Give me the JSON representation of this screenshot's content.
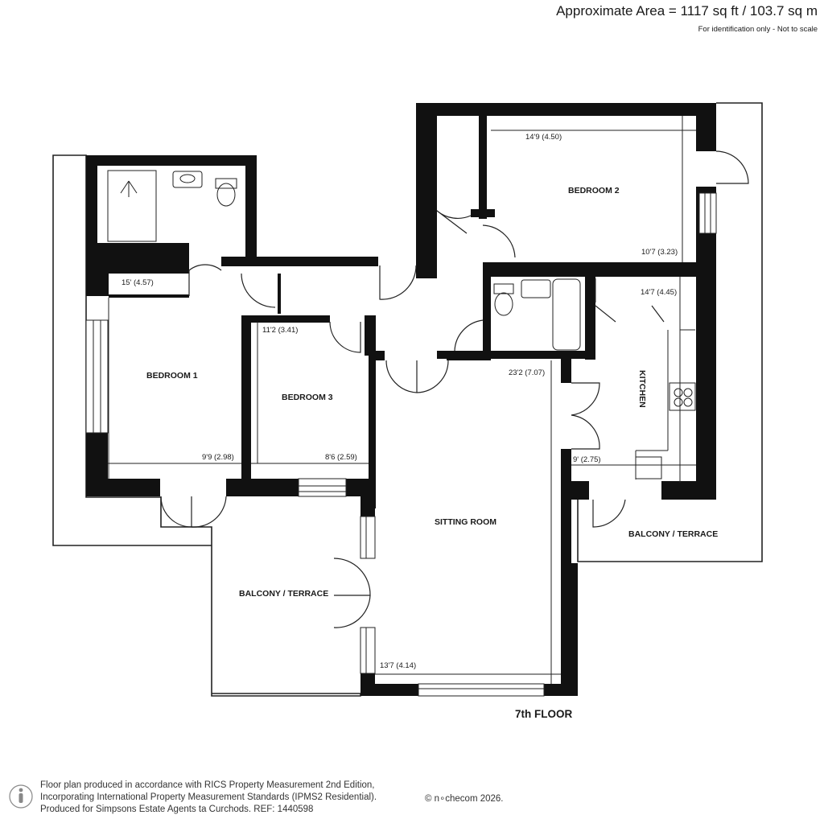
{
  "header": {
    "area": "Approximate Area = 1117 sq ft / 103.7 sq m",
    "note": "For identification only - Not to scale"
  },
  "rooms": {
    "bedroom1": "BEDROOM 1",
    "bedroom2": "BEDROOM 2",
    "bedroom3": "BEDROOM 3",
    "kitchen": "KITCHEN",
    "sitting": "SITTING ROOM",
    "balcony_left": "BALCONY / TERRACE",
    "balcony_right": "BALCONY / TERRACE"
  },
  "dimensions": {
    "bed2_width": "14'9 (4.50)",
    "bed2_depth": "10'7 (3.23)",
    "bed1_depth": "15' (4.57)",
    "bed1_width": "9'9 (2.98)",
    "bed3_depth": "11'2 (3.41)",
    "bed3_width": "8'6 (2.59)",
    "kitchen_depth": "14'7 (4.45)",
    "kitchen_width": "9' (2.75)",
    "sitting_depth": "23'2 (7.07)",
    "sitting_width": "13'7 (4.14)"
  },
  "floor_label": "7th FLOOR",
  "footer": {
    "line1": "Floor plan produced in accordance with RICS Property Measurement 2nd Edition,",
    "line2": "Incorporating International Property Measurement Standards (IPMS2 Residential).",
    "line3": "Produced for Simpsons Estate Agents ta Curchods.   REF:  1440598",
    "copyright": "© n∘checom 2026."
  },
  "colors": {
    "wall": "#111111",
    "line": "#222222",
    "background": "#ffffff"
  }
}
